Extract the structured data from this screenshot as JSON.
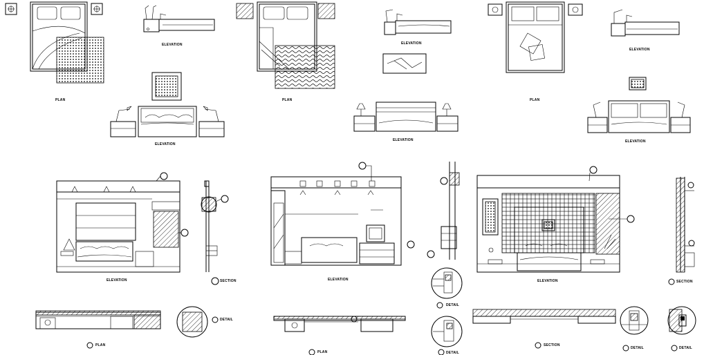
{
  "labels": {
    "plan": "PLAN",
    "elevation": "ELEVATION",
    "section": "SECTION",
    "detail": "DETAIL"
  }
}
